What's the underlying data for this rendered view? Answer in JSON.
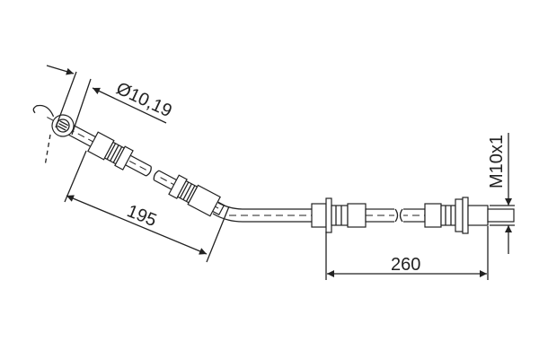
{
  "drawing": {
    "dimensions": {
      "diameter": "Ø10,19",
      "length_angled": "195",
      "length_straight": "260",
      "thread": "M10x1"
    },
    "line_color": "#222222"
  }
}
